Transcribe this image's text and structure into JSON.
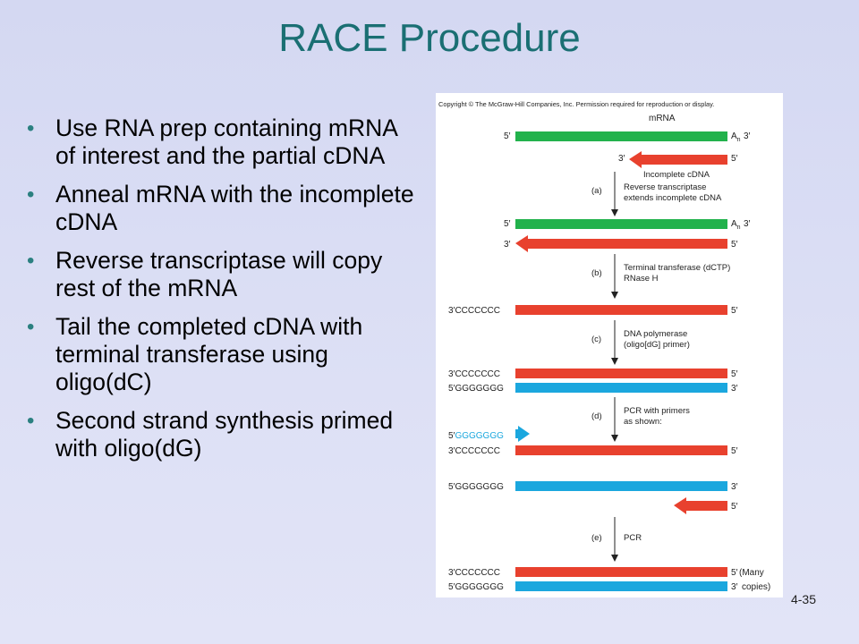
{
  "slide": {
    "title": "RACE Procedure",
    "page_number": "4-35"
  },
  "bullets": [
    "Use RNA prep containing mRNA of interest and the partial cDNA",
    "Anneal mRNA with the incomplete cDNA",
    "Reverse transcriptase will copy rest of the mRNA",
    "Tail the completed cDNA with terminal transferase using oligo(dC)",
    "Second strand synthesis primed with oligo(dG)"
  ],
  "figure": {
    "copyright": "Copyright © The McGraw-Hill Companies, Inc. Permission required for reproduction or display.",
    "mrna_label": "mRNA",
    "five_prime": "5′",
    "three_prime": "3′",
    "poly_a": "A",
    "poly_a_sub": "n",
    "incomplete_cdna": "Incomplete cDNA",
    "oligo_c": "CCCCCCC",
    "oligo_g": "GGGGGGG",
    "steps": {
      "a_label": "(a)",
      "a_line1": "Reverse transcriptase",
      "a_line2": "extends incomplete cDNA",
      "b_label": "(b)",
      "b_line1": "Terminal transferase (dCTP)",
      "b_line2": "RNase H",
      "c_label": "(c)",
      "c_line1": "DNA polymerase",
      "c_line2": "(oligo[dG] primer)",
      "d_label": "(d)",
      "d_line1": "PCR with primers",
      "d_line2": "as shown:",
      "e_label": "(e)",
      "e_line1": "PCR"
    },
    "many_copies_1": "(Many",
    "many_copies_2": "copies)"
  },
  "colors": {
    "title": "#1a6f73",
    "bullet_dot": "#2b8080",
    "mrna_green": "#22b24c",
    "cdna_red": "#e8412e",
    "second_strand_blue": "#1ba7de",
    "primer_text_blue": "#1ba7de"
  }
}
